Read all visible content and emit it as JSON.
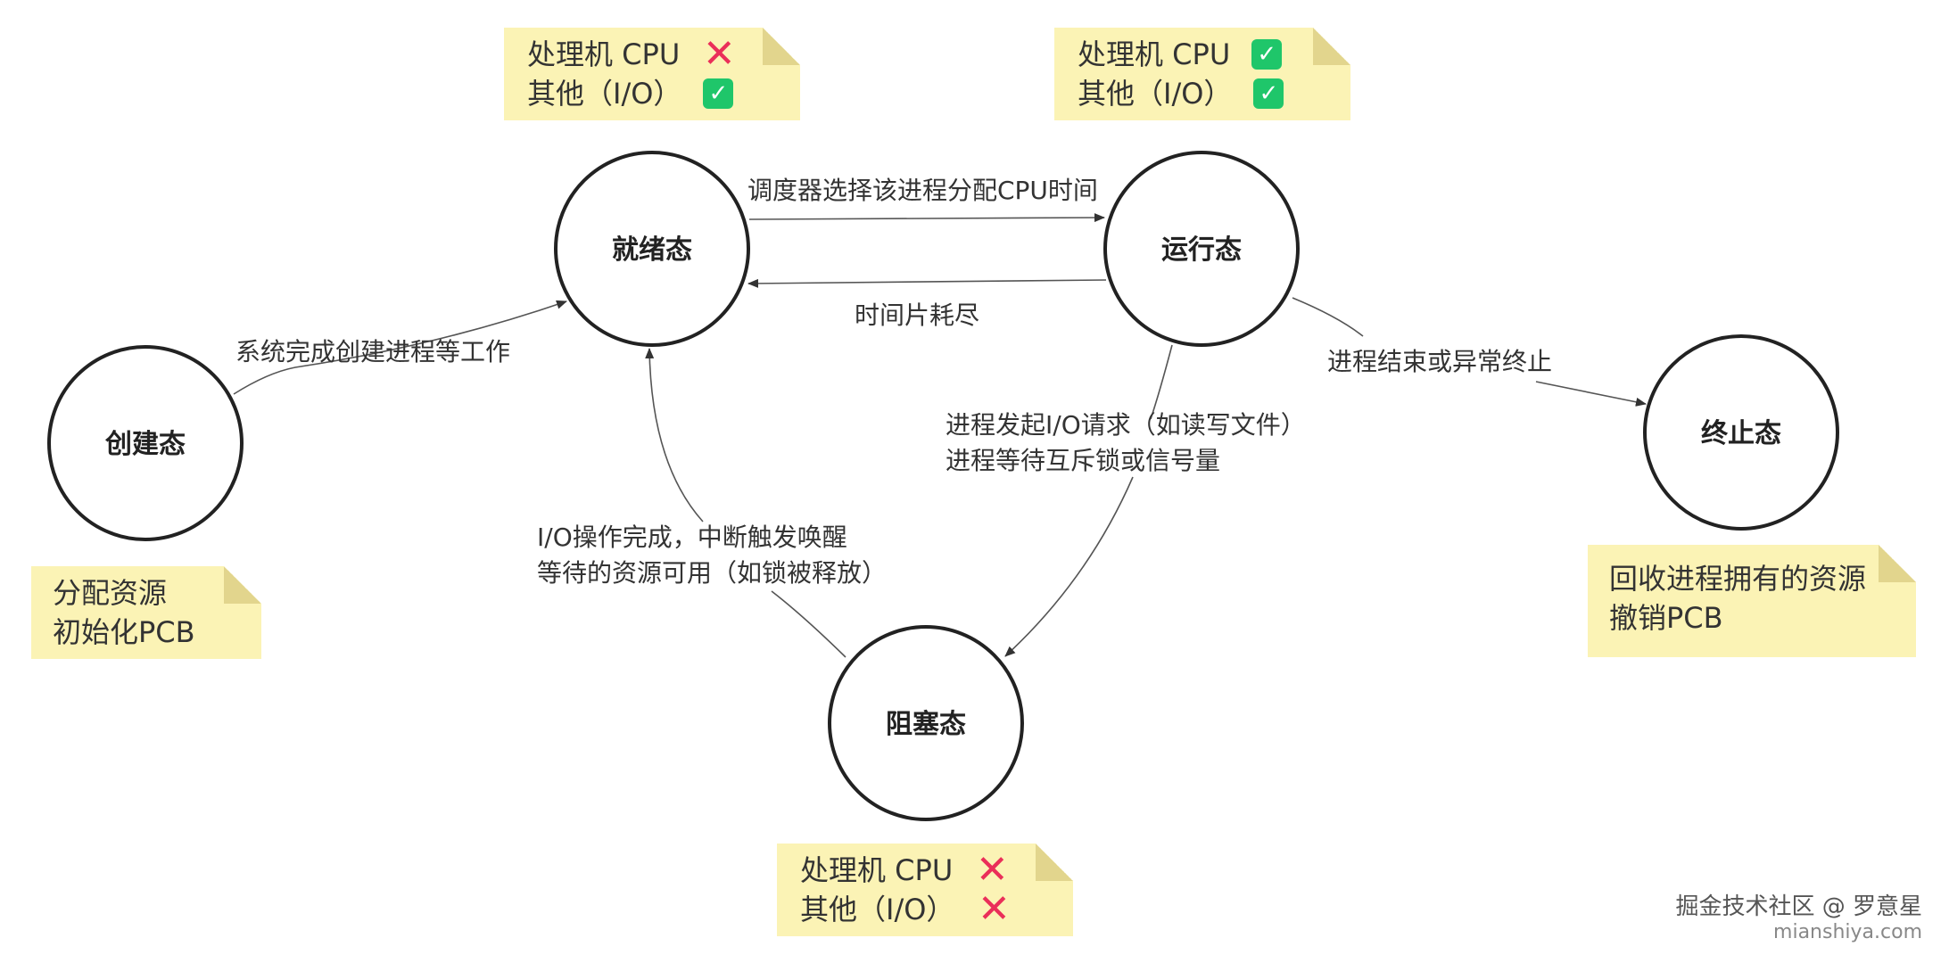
{
  "states": {
    "create": "创建态",
    "ready": "就绪态",
    "running": "运行态",
    "blocked": "阻塞态",
    "terminated": "终止态"
  },
  "transitions": {
    "create_to_ready": "系统完成创建进程等工作",
    "ready_to_running": "调度器选择该进程分配CPU时间",
    "running_to_ready": "时间片耗尽",
    "running_to_blocked_1": "进程发起I/O请求（如读写文件）",
    "running_to_blocked_2": "进程等待互斥锁或信号量",
    "blocked_to_ready_1": "I/O操作完成，中断触发唤醒",
    "blocked_to_ready_2": "等待的资源可用（如锁被释放）",
    "running_to_terminated": "进程结束或异常终止"
  },
  "notes": {
    "create": {
      "line1": "分配资源",
      "line2": "初始化PCB"
    },
    "terminated": {
      "line1": "回收进程拥有的资源",
      "line2": "撤销PCB"
    },
    "ready": {
      "cpu_label": "处理机 CPU",
      "cpu_status": "✕",
      "io_label": "其他（I/O）",
      "io_status": "✓"
    },
    "running": {
      "cpu_label": "处理机 CPU",
      "cpu_status": "✓",
      "io_label": "其他（I/O）",
      "io_status": "✓"
    },
    "blocked": {
      "cpu_label": "处理机 CPU",
      "cpu_status": "✕",
      "io_label": "其他（I/O）",
      "io_status": "✕"
    }
  },
  "watermark": {
    "main": "掘金技术社区 @ 罗意星",
    "sub": "mianshiya.com"
  },
  "colors": {
    "note_bg": "#fbf3b5",
    "check_green": "#1fc66a",
    "cross_red": "#ea2f59"
  }
}
